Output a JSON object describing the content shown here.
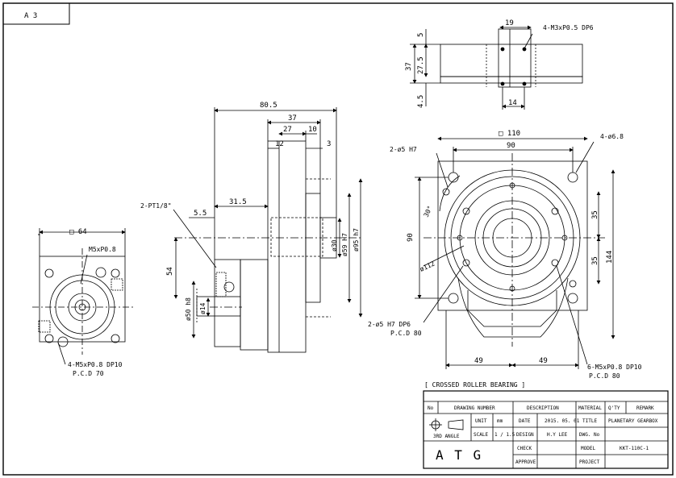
{
  "sheet": {
    "size_label": "A 3"
  },
  "side_view": {
    "dims": [
      "80.5",
      "37",
      "27",
      "10",
      "12",
      "3",
      "31.5",
      "5.5",
      "54"
    ],
    "diameters": [
      "ø30",
      "ø59 H7",
      "ø95 h7",
      "ø50 h8",
      "ø14"
    ],
    "port_label": "2-PT1/8\""
  },
  "left_view": {
    "square": "□ 64",
    "top_note": "M5xP0.8",
    "bottom_note_1": "4-M5xP0.8  DP10",
    "bottom_note_2": "P.C.D 70"
  },
  "top_view": {
    "dims": [
      "19",
      "5",
      "37",
      "27.5",
      "4.5",
      "14"
    ],
    "hole_note": "4-M3xP0.5  DP6"
  },
  "front_view": {
    "square": "□ 110",
    "dims": [
      "90",
      "90",
      "35",
      "35",
      "144",
      "49",
      "49"
    ],
    "angle": "30°",
    "pcd_diameter": "ø112",
    "note_left_top": "2-ø5  H7",
    "note_right_top": "4-ø6.8",
    "note_left_bottom_1": "2-ø5  H7  DP6",
    "note_left_bottom_2": "P.C.D 80",
    "note_right_bottom_1": "6-M5xP0.8  DP10",
    "note_right_bottom_2": "P.C.D 80"
  },
  "bearing_label": "[ CROSSED  ROLLER  BEARING ]",
  "title_block": {
    "headers": [
      "No",
      "DRAWING NUMBER",
      "DESCRIPTION",
      "MATERIAL",
      "Q'TY",
      "REMARK"
    ],
    "projection": "3RD ANGLE",
    "unit_label": "UNIT",
    "unit_value": "mm",
    "scale_label": "SCALE",
    "scale_value": "1 / 1.5",
    "date_label": "DATE",
    "date_value": "2015. 05. 01",
    "design_label": "DESIGN",
    "design_value": "H.Y LEE",
    "check_label": "CHECK",
    "approve_label": "APPROVE",
    "title_label": "TITLE",
    "title_value": "PLANETARY GEARBOX",
    "dwg_label": "DWG. No",
    "model_label": "MODEL",
    "model_value": "KKT-110C-1",
    "project_label": "PROJECT",
    "company": "A  T  G"
  }
}
